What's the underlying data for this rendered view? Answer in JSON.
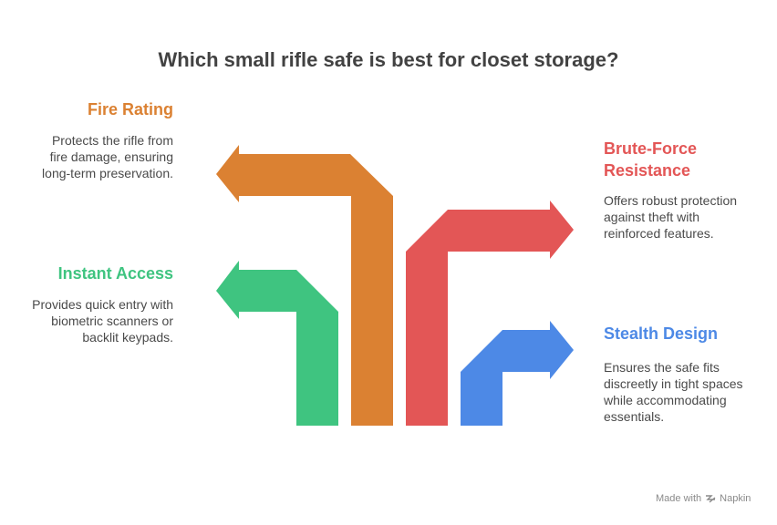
{
  "title": "Which small rifle safe is best for closet storage?",
  "items": [
    {
      "heading": "Fire Rating",
      "description": "Protects the rifle from fire damage, ensuring long-term preservation.",
      "color": "#db8132"
    },
    {
      "heading": "Instant Access",
      "description": "Provides quick entry with biometric scanners or backlit keypads.",
      "color": "#3fc480"
    },
    {
      "heading": "Brute-Force Resistance",
      "description": "Offers robust protection against theft with reinforced features.",
      "color": "#e35656"
    },
    {
      "heading": "Stealth Design",
      "description": "Ensures the safe fits discreetly in tight spaces while accommodating essentials.",
      "color": "#4d89e6"
    }
  ],
  "footer": {
    "made_with": "Made with",
    "brand": "Napkin"
  }
}
